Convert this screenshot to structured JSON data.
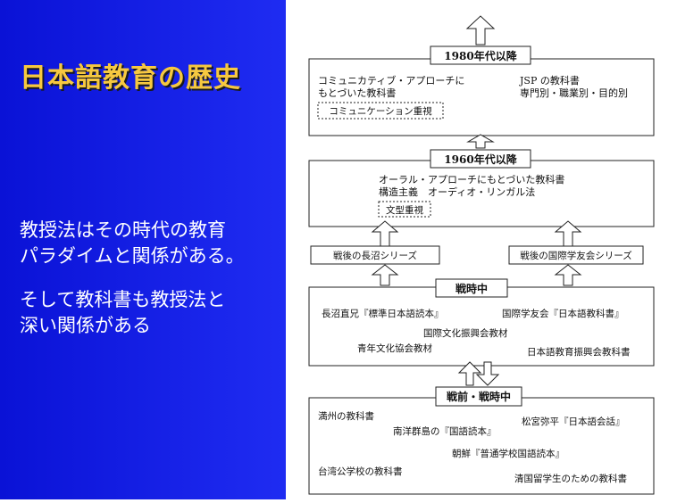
{
  "slide": {
    "title": "日本語教育の歴史",
    "para1_line1": "教授法はその時代の教育",
    "para1_line2": "パラダイムと関係がある。",
    "para2_line1": "そして教科書も教授法と",
    "para2_line2": "深い関係がある"
  },
  "diagram": {
    "era1980": {
      "header": "1980年代以降",
      "left1": "コミュニカティブ・アプローチに",
      "left2": "もとづいた教科書",
      "right1": "JSP の教科書",
      "right2": "専門別・職業別・目的別",
      "tag": "コミュニケーション重視"
    },
    "era1960": {
      "header": "1960年代以降",
      "line1": "オーラル・アプローチにもとづいた教科書",
      "line2": "構造主義　オーディオ・リンガル法",
      "tag": "文型重視"
    },
    "series": {
      "left": "戦後の長沼シリーズ",
      "right": "戦後の国際学友会シリーズ"
    },
    "wartime": {
      "header": "戦時中",
      "item1": "長沼直兄『標準日本語読本』",
      "item2": "国際学友会『日本語教科書』",
      "item3": "国際文化振興会教材",
      "item4": "青年文化協会教材",
      "item5": "日本語教育振興会教科書"
    },
    "prewar": {
      "header": "戦前・戦時中",
      "item1": "満州の教科書",
      "item2": "松宮弥平『日本語会話』",
      "item3": "南洋群島の『国語読本』",
      "item4": "朝鮮『普通学校国語読本』",
      "item5": "台湾公学校の教科書",
      "item6": "清国留学生のための教科書"
    }
  }
}
